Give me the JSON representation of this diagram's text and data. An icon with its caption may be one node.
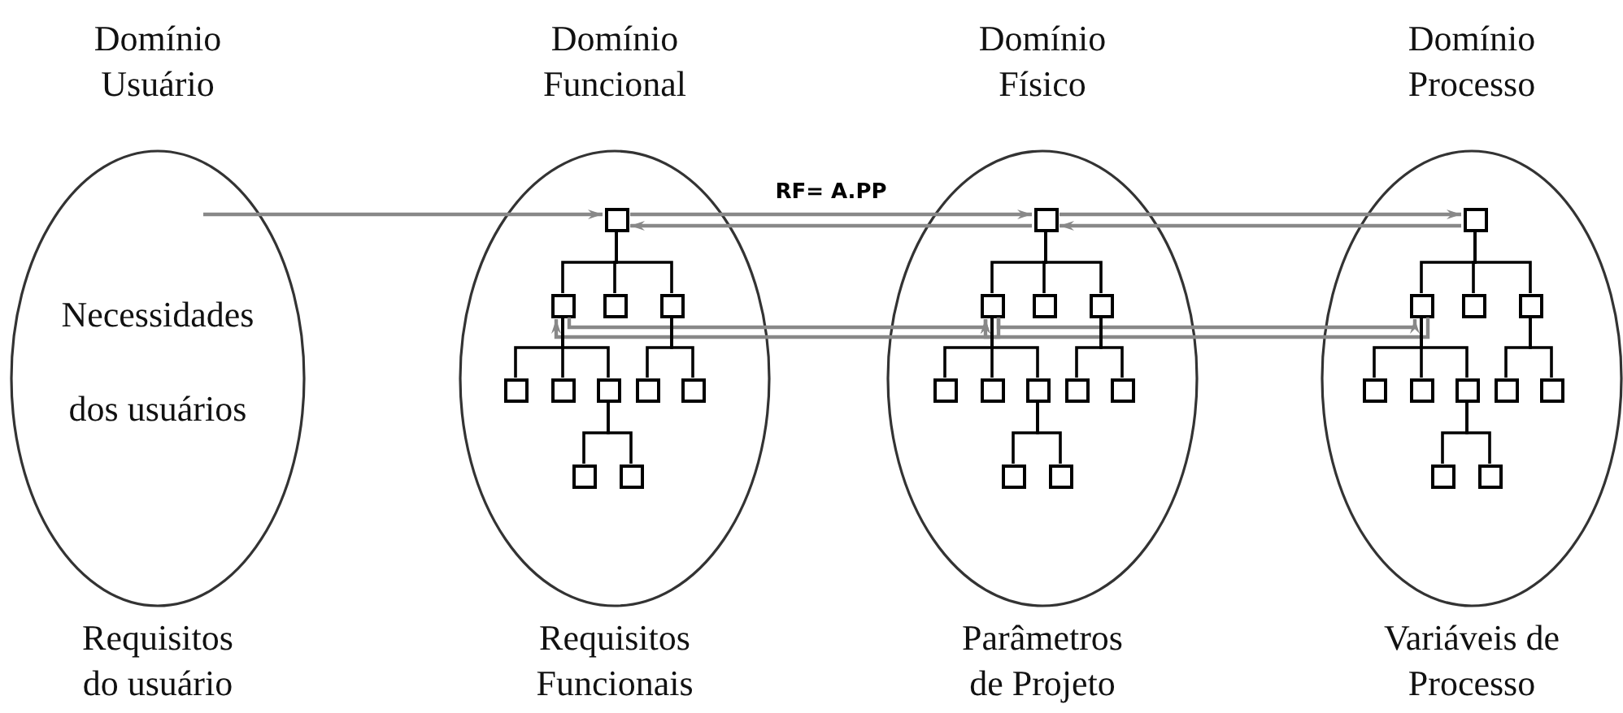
{
  "diagram": {
    "nodes": [
      {
        "text": [
          "Domínio Usuário",
          "Necessidades dos usuários",
          "Requisitos do usuário"
        ]
      },
      {
        "text": [
          "Domínio Funcional",
          "Requisitos Funcionais"
        ]
      },
      {
        "text": [],
        "shape": "box",
        "in": 1
      },
      {
        "text": [],
        "shape": "box",
        "in": 1
      },
      {
        "text": [],
        "shape": "box",
        "in": 1
      },
      {
        "text": [],
        "shape": "box",
        "in": 1
      },
      {
        "text": [],
        "shape": "box",
        "in": 1
      },
      {
        "text": [],
        "shape": "box",
        "in": 1
      },
      {
        "text": [],
        "shape": "box",
        "in": 1
      },
      {
        "text": [],
        "shape": "box",
        "in": 1
      },
      {
        "text": [],
        "shape": "box",
        "in": 1
      },
      {
        "text": [],
        "shape": "box",
        "in": 1
      },
      {
        "text": [],
        "shape": "box",
        "in": 1
      },
      {
        "text": [
          "Domínio Físico",
          "Parâmetros de Projeto"
        ]
      },
      {
        "text": [],
        "shape": "box",
        "in": 13
      },
      {
        "text": [],
        "shape": "box",
        "in": 13
      },
      {
        "text": [],
        "shape": "box",
        "in": 13
      },
      {
        "text": [],
        "shape": "box",
        "in": 13
      },
      {
        "text": [],
        "shape": "box",
        "in": 13
      },
      {
        "text": [],
        "shape": "box",
        "in": 13
      },
      {
        "text": [],
        "shape": "box",
        "in": 13
      },
      {
        "text": [],
        "shape": "box",
        "in": 13
      },
      {
        "text": [],
        "shape": "box",
        "in": 13
      },
      {
        "text": [],
        "shape": "box",
        "in": 13
      },
      {
        "text": [],
        "shape": "box",
        "in": 13
      },
      {
        "text": [
          "Domínio Processo",
          "Variáveis de Processo"
        ]
      },
      {
        "text": [],
        "shape": "box",
        "in": 25
      },
      {
        "text": [],
        "shape": "box",
        "in": 25
      },
      {
        "text": [],
        "shape": "box",
        "in": 25
      },
      {
        "text": [],
        "shape": "box",
        "in": 25
      },
      {
        "text": [],
        "shape": "box",
        "in": 25
      },
      {
        "text": [],
        "shape": "box",
        "in": 25
      },
      {
        "text": [],
        "shape": "box",
        "in": 25
      },
      {
        "text": [],
        "shape": "box",
        "in": 25
      },
      {
        "text": [],
        "shape": "box",
        "in": 25
      },
      {
        "text": [],
        "shape": "box",
        "in": 25
      },
      {
        "text": [],
        "shape": "box",
        "in": 25
      }
    ],
    "edges": [
      {
        "from": 0,
        "to": 2,
        "arrow": "to",
        "color": "#888888"
      },
      {
        "from": 2,
        "to": 14,
        "arrow": "to",
        "label": "RF= A.PP",
        "color": "#888888"
      },
      {
        "from": 14,
        "to": 2,
        "arrow": "to",
        "color": "#888888"
      },
      {
        "from": 14,
        "to": 26,
        "arrow": "to",
        "color": "#888888"
      },
      {
        "from": 26,
        "to": 14,
        "arrow": "to",
        "color": "#888888"
      },
      {
        "from": 3,
        "to": 15,
        "arrow": "to",
        "color": "#888888"
      },
      {
        "from": 15,
        "to": 3,
        "arrow": "to",
        "color": "#888888"
      },
      {
        "from": 15,
        "to": 27,
        "arrow": "to",
        "color": "#888888"
      },
      {
        "from": 27,
        "to": 15,
        "arrow": "to",
        "color": "#888888"
      },
      {
        "from": 2,
        "to": 3,
        "arrow": "none"
      },
      {
        "from": 2,
        "to": 4,
        "arrow": "none"
      },
      {
        "from": 2,
        "to": 5,
        "arrow": "none"
      },
      {
        "from": 3,
        "to": 6,
        "arrow": "none"
      },
      {
        "from": 3,
        "to": 7,
        "arrow": "none"
      },
      {
        "from": 3,
        "to": 8,
        "arrow": "none"
      },
      {
        "from": 5,
        "to": 9,
        "arrow": "none"
      },
      {
        "from": 5,
        "to": 10,
        "arrow": "none"
      },
      {
        "from": 8,
        "to": 11,
        "arrow": "none"
      },
      {
        "from": 8,
        "to": 12,
        "arrow": "none"
      },
      {
        "from": 14,
        "to": 15,
        "arrow": "none"
      },
      {
        "from": 14,
        "to": 16,
        "arrow": "none"
      },
      {
        "from": 14,
        "to": 17,
        "arrow": "none"
      },
      {
        "from": 15,
        "to": 18,
        "arrow": "none"
      },
      {
        "from": 15,
        "to": 19,
        "arrow": "none"
      },
      {
        "from": 15,
        "to": 20,
        "arrow": "none"
      },
      {
        "from": 17,
        "to": 21,
        "arrow": "none"
      },
      {
        "from": 17,
        "to": 22,
        "arrow": "none"
      },
      {
        "from": 20,
        "to": 23,
        "arrow": "none"
      },
      {
        "from": 20,
        "to": 24,
        "arrow": "none"
      },
      {
        "from": 26,
        "to": 27,
        "arrow": "none"
      },
      {
        "from": 26,
        "to": 28,
        "arrow": "none"
      },
      {
        "from": 26,
        "to": 29,
        "arrow": "none"
      },
      {
        "from": 27,
        "to": 30,
        "arrow": "none"
      },
      {
        "from": 27,
        "to": 31,
        "arrow": "none"
      },
      {
        "from": 27,
        "to": 32,
        "arrow": "none"
      },
      {
        "from": 29,
        "to": 33,
        "arrow": "none"
      },
      {
        "from": 29,
        "to": 34,
        "arrow": "none"
      },
      {
        "from": 32,
        "to": 35,
        "arrow": "none"
      },
      {
        "from": 32,
        "to": 36,
        "arrow": "none"
      }
    ]
  }
}
